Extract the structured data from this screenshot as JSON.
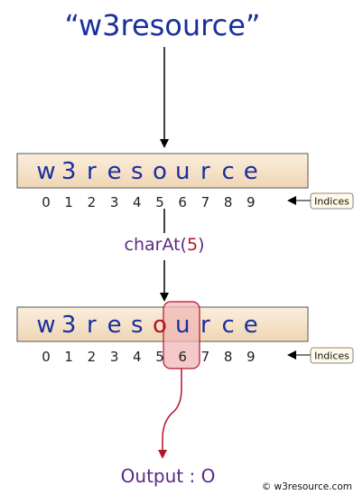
{
  "title": "“w3resource”",
  "characters": [
    "w",
    "3",
    "r",
    "e",
    "s",
    "o",
    "u",
    "r",
    "c",
    "e"
  ],
  "indices": [
    "0",
    "1",
    "2",
    "3",
    "4",
    "5",
    "6",
    "7",
    "8",
    "9"
  ],
  "indices_tag": "Indices",
  "method_call": {
    "prefix": "charAt(",
    "argument": "5",
    "suffix": ")"
  },
  "highlight_index": 5,
  "output": "Output : O",
  "credit": "© w3resource.com",
  "colors": {
    "text_blue": "#1a2f9c",
    "box_fill": "#f6e3c8",
    "highlight_red": "#b3142a",
    "highlight_fill": "#f2b7b7",
    "purple": "#5b2a86"
  }
}
